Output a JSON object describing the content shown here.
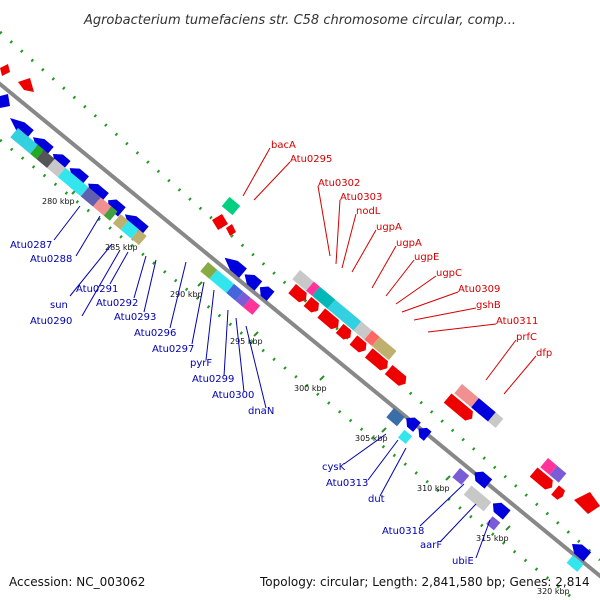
{
  "title": "Agrobacterium tumefaciens str. C58 chromosome circular, comp...",
  "footer": {
    "accession": "Accession: NC_003062",
    "topology": "Topology: circular; Length: 2,841,580 bp; Genes: 2,814"
  },
  "colors": {
    "backbone": "#888888",
    "forward_label": "#d40000",
    "reverse_label": "#0000b0",
    "tick": "#2f8f2f",
    "minor_tick": "#229922"
  },
  "kbp_markers": [
    "280 kbp",
    "285 kbp",
    "290 kbp",
    "295 kbp",
    "300 kbp",
    "305 kbp",
    "310 kbp",
    "315 kbp",
    "320 kbp"
  ],
  "forward_genes": [
    "bacA",
    "Atu0295",
    "Atu0302",
    "Atu0303",
    "nodL",
    "ugpA",
    "ugpA",
    "ugpE",
    "ugpC",
    "Atu0309",
    "gshB",
    "Atu0311",
    "prfC",
    "dfp"
  ],
  "reverse_genes": [
    "Atu0287",
    "Atu0288",
    "sun",
    "Atu0290",
    "Atu0291",
    "Atu0292",
    "Atu0293",
    "Atu0296",
    "Atu0297",
    "pyrF",
    "Atu0299",
    "Atu0300",
    "dnaN",
    "cysK",
    "Atu0313",
    "dut",
    "Atu0318",
    "aarF",
    "ubiE"
  ]
}
